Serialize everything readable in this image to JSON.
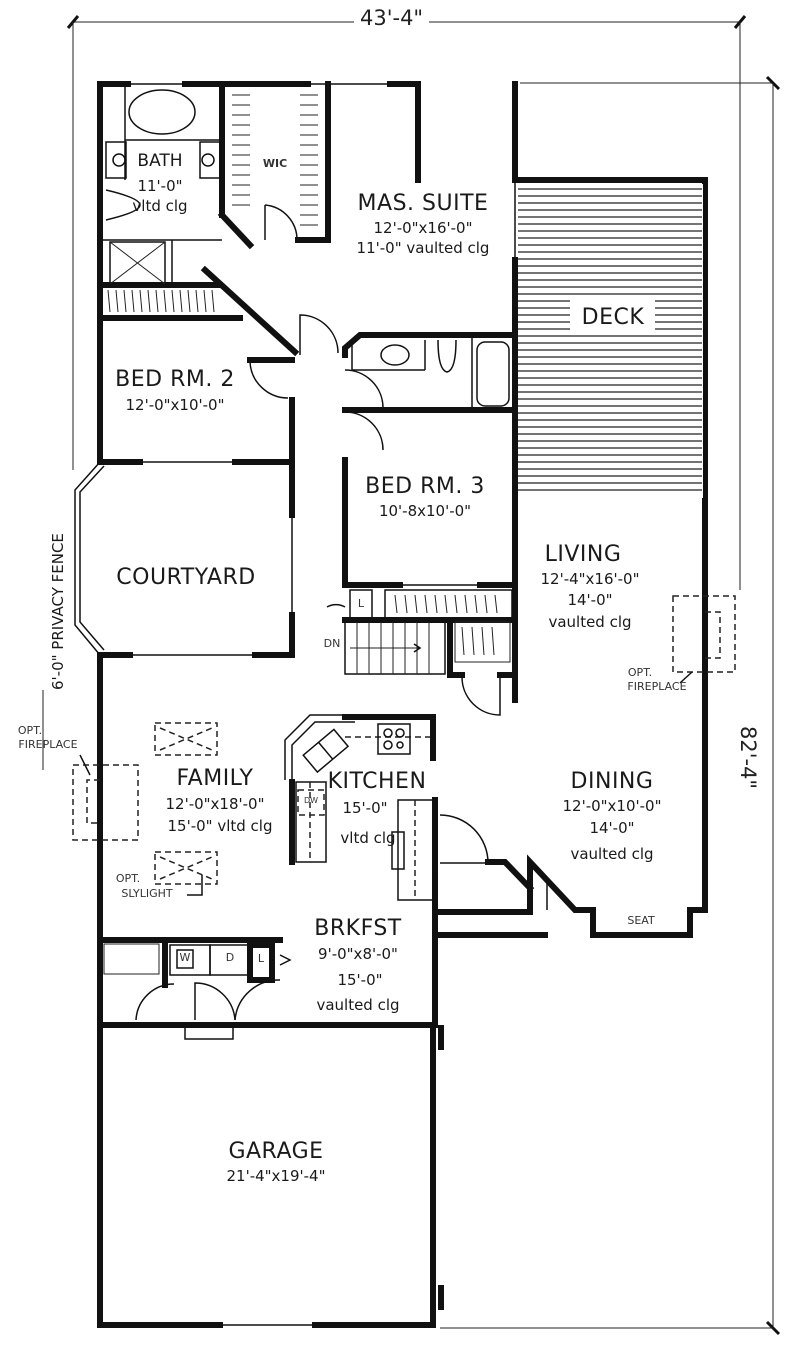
{
  "plan": {
    "overall_width": "43'-4\"",
    "overall_depth": "82'-4\"",
    "fence_note": "6'-0\" PRIVACY FENCE"
  },
  "rooms": {
    "bath": {
      "name": "BATH",
      "ceiling": "11'-0\"",
      "ceiling_note": "vltd clg"
    },
    "wic": {
      "name": "WIC"
    },
    "master_suite": {
      "name": "MAS. SUITE",
      "size": "12'-0\"x16'-0\"",
      "ceiling": "11'-0\" vaulted clg"
    },
    "deck": {
      "name": "DECK"
    },
    "bed2": {
      "name": "BED RM. 2",
      "size": "12'-0\"x10'-0\""
    },
    "bed3": {
      "name": "BED RM. 3",
      "size": "10'-8x10'-0\""
    },
    "courtyard": {
      "name": "COURTYARD"
    },
    "living": {
      "name": "LIVING",
      "size": "12'-4\"x16'-0\"",
      "ceiling": "14'-0\"",
      "ceiling_note": "vaulted clg"
    },
    "family": {
      "name": "FAMILY",
      "size": "12'-0\"x18'-0\"",
      "ceiling": "15'-0\" vltd clg"
    },
    "kitchen": {
      "name": "KITCHEN",
      "ceiling": "15'-0\"",
      "ceiling_note": "vltd clg"
    },
    "dining": {
      "name": "DINING",
      "size": "12'-0\"x10'-0\"",
      "ceiling": "14'-0\"",
      "ceiling_note": "vaulted clg"
    },
    "breakfast": {
      "name": "BRKFST",
      "size": "9'-0\"x8'-0\"",
      "ceiling": "15'-0\"",
      "ceiling_note": "vaulted clg"
    },
    "garage": {
      "name": "GARAGE",
      "size": "21'-4\"x19'-4\""
    }
  },
  "annotations": {
    "stairs": "DN",
    "linen_1": "L",
    "linen_2": "L",
    "washer": "W",
    "dryer": "D",
    "dishwasher": "DW",
    "seat": "SEAT",
    "opt_fireplace_living": {
      "line1": "OPT.",
      "line2": "FIREPLACE"
    },
    "opt_fireplace_family": {
      "line1": "OPT.",
      "line2": "FIREPLACE"
    },
    "opt_skylight": {
      "line1": "OPT.",
      "line2": "SLYLIGHT"
    }
  }
}
